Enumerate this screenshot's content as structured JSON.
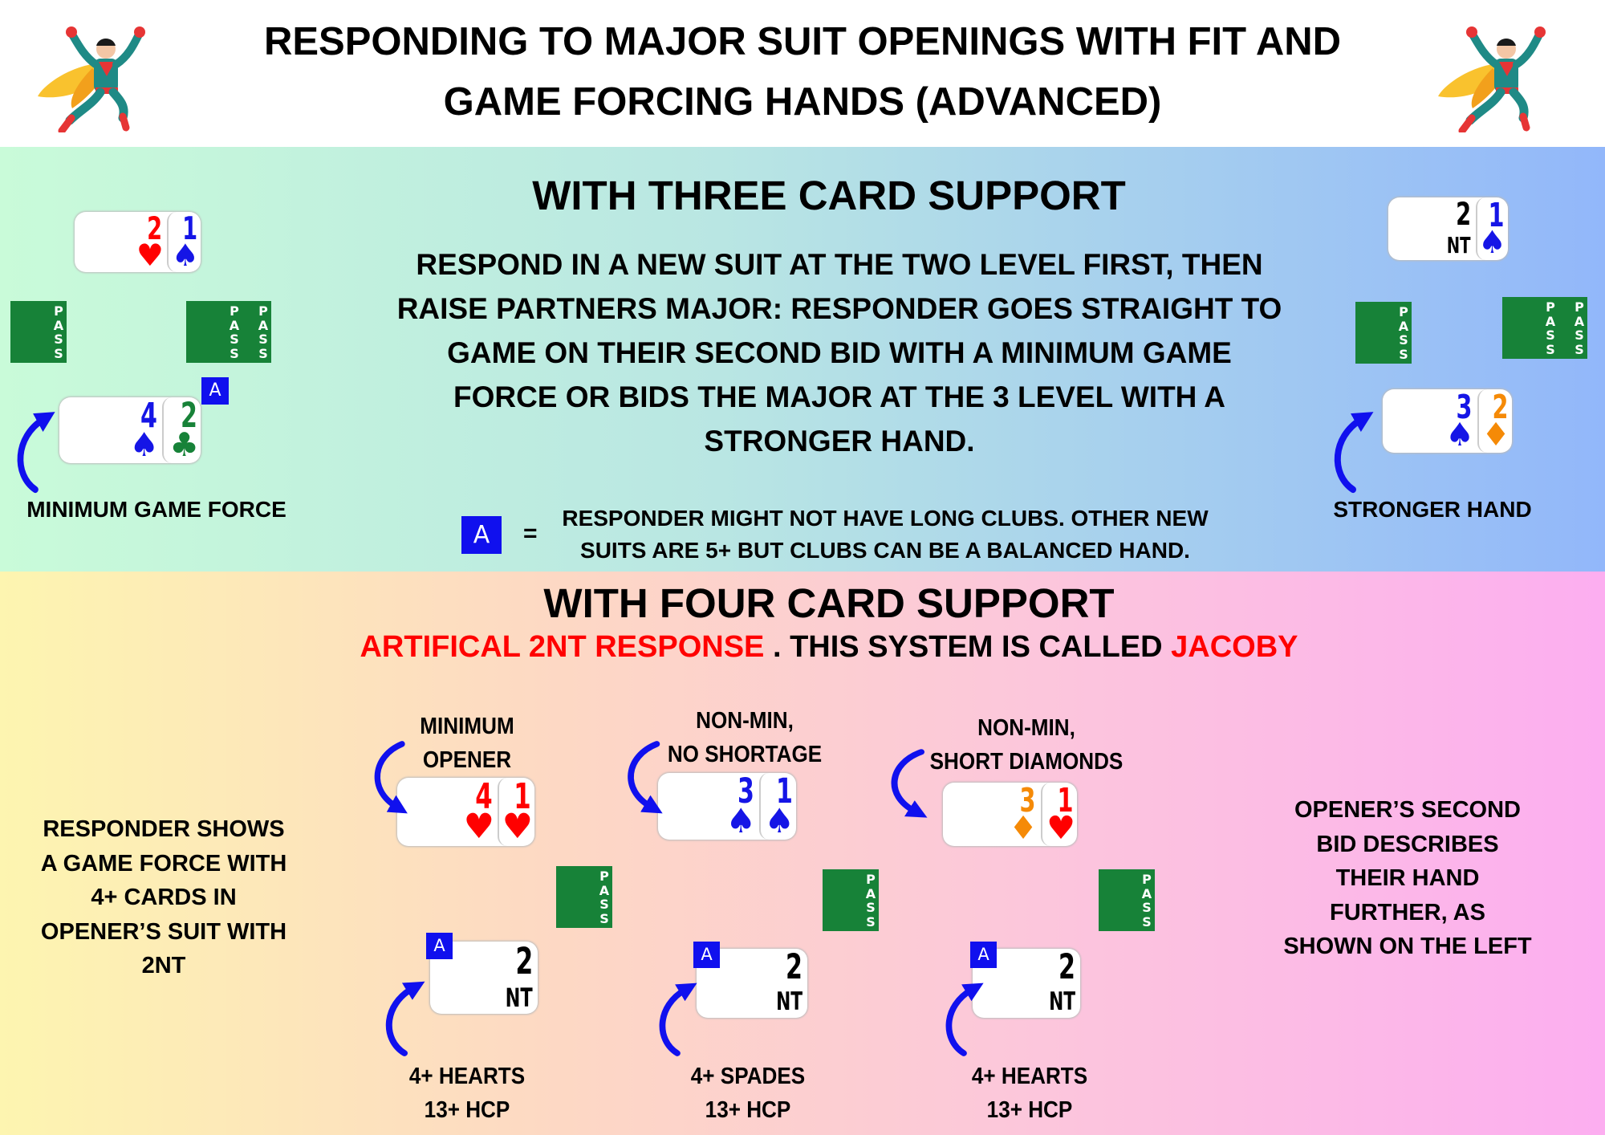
{
  "header": {
    "title_line1": "RESPONDING TO MAJOR SUIT OPENINGS WITH FIT AND",
    "title_line2": "GAME FORCING HANDS (ADVANCED)",
    "logo_icon": "superhero-icon"
  },
  "colors": {
    "heart": "#ff0000",
    "spade": "#1515e6",
    "club": "#178238",
    "diamond": "#f58a07",
    "nt": "#000000",
    "pass_card": "#178238",
    "alert": "#1010ee",
    "arrow": "#1010ee",
    "highlight_red": "#ff0000"
  },
  "pass_label": "PASS",
  "three": {
    "heading": "WITH THREE CARD SUPPORT",
    "body_lines": [
      "RESPOND IN A NEW SUIT AT THE TWO LEVEL FIRST, THEN",
      "RAISE PARTNERS MAJOR: RESPONDER GOES STRAIGHT TO",
      "GAME ON THEIR SECOND BID WITH A MINIMUM GAME",
      "FORCE OR BIDS THE MAJOR AT THE 3 LEVEL WITH A",
      "STRONGER HAND."
    ],
    "left": {
      "label": "MINIMUM GAME FORCE",
      "top_bids": [
        {
          "rank": "2",
          "suit": "heart"
        },
        {
          "rank": "1",
          "suit": "spade"
        }
      ],
      "bottom_bids": [
        {
          "rank": "4",
          "suit": "spade"
        },
        {
          "rank": "2",
          "suit": "club"
        }
      ],
      "alert": "A"
    },
    "right": {
      "label": "STRONGER HAND",
      "top_bids": [
        {
          "rank": "2",
          "suit": "nt"
        },
        {
          "rank": "1",
          "suit": "spade"
        }
      ],
      "bottom_bids": [
        {
          "rank": "3",
          "suit": "spade"
        },
        {
          "rank": "2",
          "suit": "diamond"
        }
      ]
    },
    "legend": {
      "badge": "A",
      "equals": "=",
      "lines": [
        "RESPONDER MIGHT NOT HAVE LONG CLUBS. OTHER NEW",
        "SUITS ARE 5+ BUT CLUBS CAN BE A BALANCED HAND."
      ]
    }
  },
  "four": {
    "heading": "WITH FOUR CARD SUPPORT",
    "subtitle": {
      "part1": "ARTIFICAL 2NT RESPONSE",
      "part2": " . THIS SYSTEM IS CALLED ",
      "part3": "JACOBY"
    },
    "left_lines": [
      "RESPONDER SHOWS",
      "A GAME FORCE WITH",
      "4+ CARDS IN",
      "OPENER’S SUIT WITH",
      "2NT"
    ],
    "right_lines": [
      "OPENER’S SECOND",
      "BID DESCRIBES",
      "THEIR HAND",
      "FURTHER, AS",
      "SHOWN ON THE LEFT"
    ],
    "columns": [
      {
        "label_lines": [
          "MINIMUM",
          "OPENER"
        ],
        "opener_bids": [
          {
            "rank": "4",
            "suit": "heart"
          },
          {
            "rank": "1",
            "suit": "heart"
          }
        ],
        "response_bids": [
          {
            "rank": "2",
            "suit": "nt"
          }
        ],
        "alert": "A",
        "bottom_lines": [
          "4+ HEARTS",
          "13+ HCP"
        ]
      },
      {
        "label_lines": [
          "NON-MIN,",
          "NO SHORTAGE"
        ],
        "opener_bids": [
          {
            "rank": "3",
            "suit": "spade"
          },
          {
            "rank": "1",
            "suit": "spade"
          }
        ],
        "response_bids": [
          {
            "rank": "2",
            "suit": "nt"
          }
        ],
        "alert": "A",
        "bottom_lines": [
          "4+ SPADES",
          "13+ HCP"
        ]
      },
      {
        "label_lines": [
          "NON-MIN,",
          "SHORT DIAMONDS"
        ],
        "opener_bids": [
          {
            "rank": "3",
            "suit": "diamond"
          },
          {
            "rank": "1",
            "suit": "heart"
          }
        ],
        "response_bids": [
          {
            "rank": "2",
            "suit": "nt"
          }
        ],
        "alert": "A",
        "bottom_lines": [
          "4+ HEARTS",
          "13+ HCP"
        ]
      }
    ]
  }
}
